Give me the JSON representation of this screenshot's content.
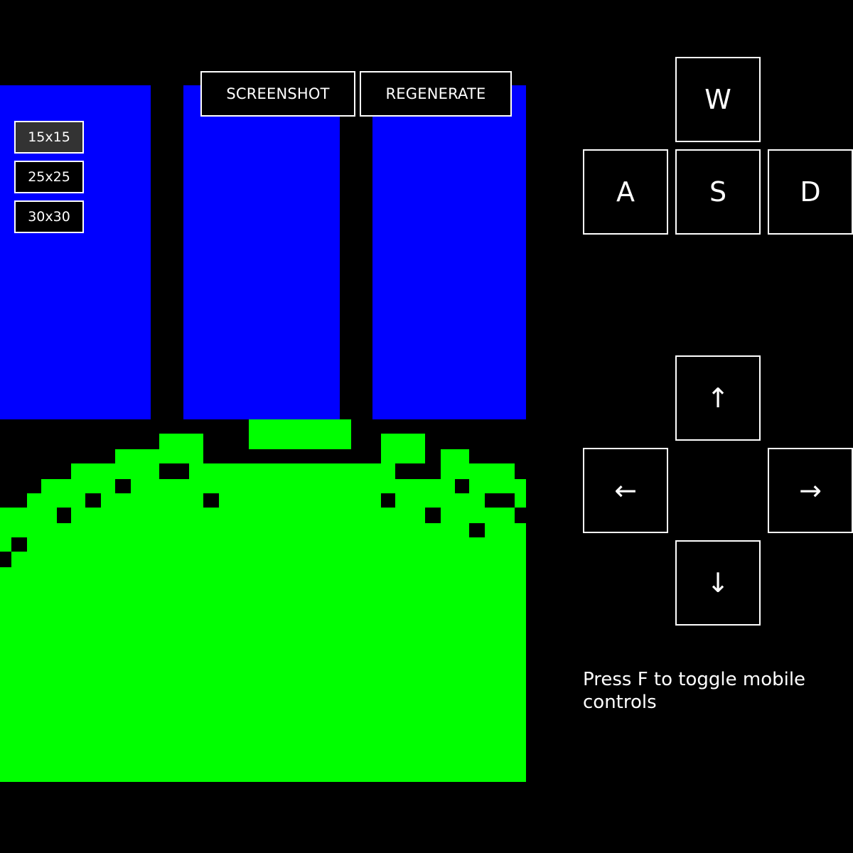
{
  "toolbar": {
    "screenshot_label": "SCREENSHOT",
    "regenerate_label": "REGENERATE"
  },
  "grid_sizes": [
    {
      "label": "15x15",
      "selected": true
    },
    {
      "label": "25x25",
      "selected": false
    },
    {
      "label": "30x30",
      "selected": false
    }
  ],
  "controls": {
    "wasd": {
      "w": "W",
      "a": "A",
      "s": "S",
      "d": "D"
    },
    "arrows": {
      "up": "↑",
      "left": "←",
      "right": "→",
      "down": "↓"
    }
  },
  "hint_text": "Press F to toggle mobile controls",
  "colors": {
    "background": "#000000",
    "sky_blocks": "#0000ff",
    "terrain": "#00ff00",
    "button_border": "#ffffff",
    "active_button": "#333333"
  }
}
